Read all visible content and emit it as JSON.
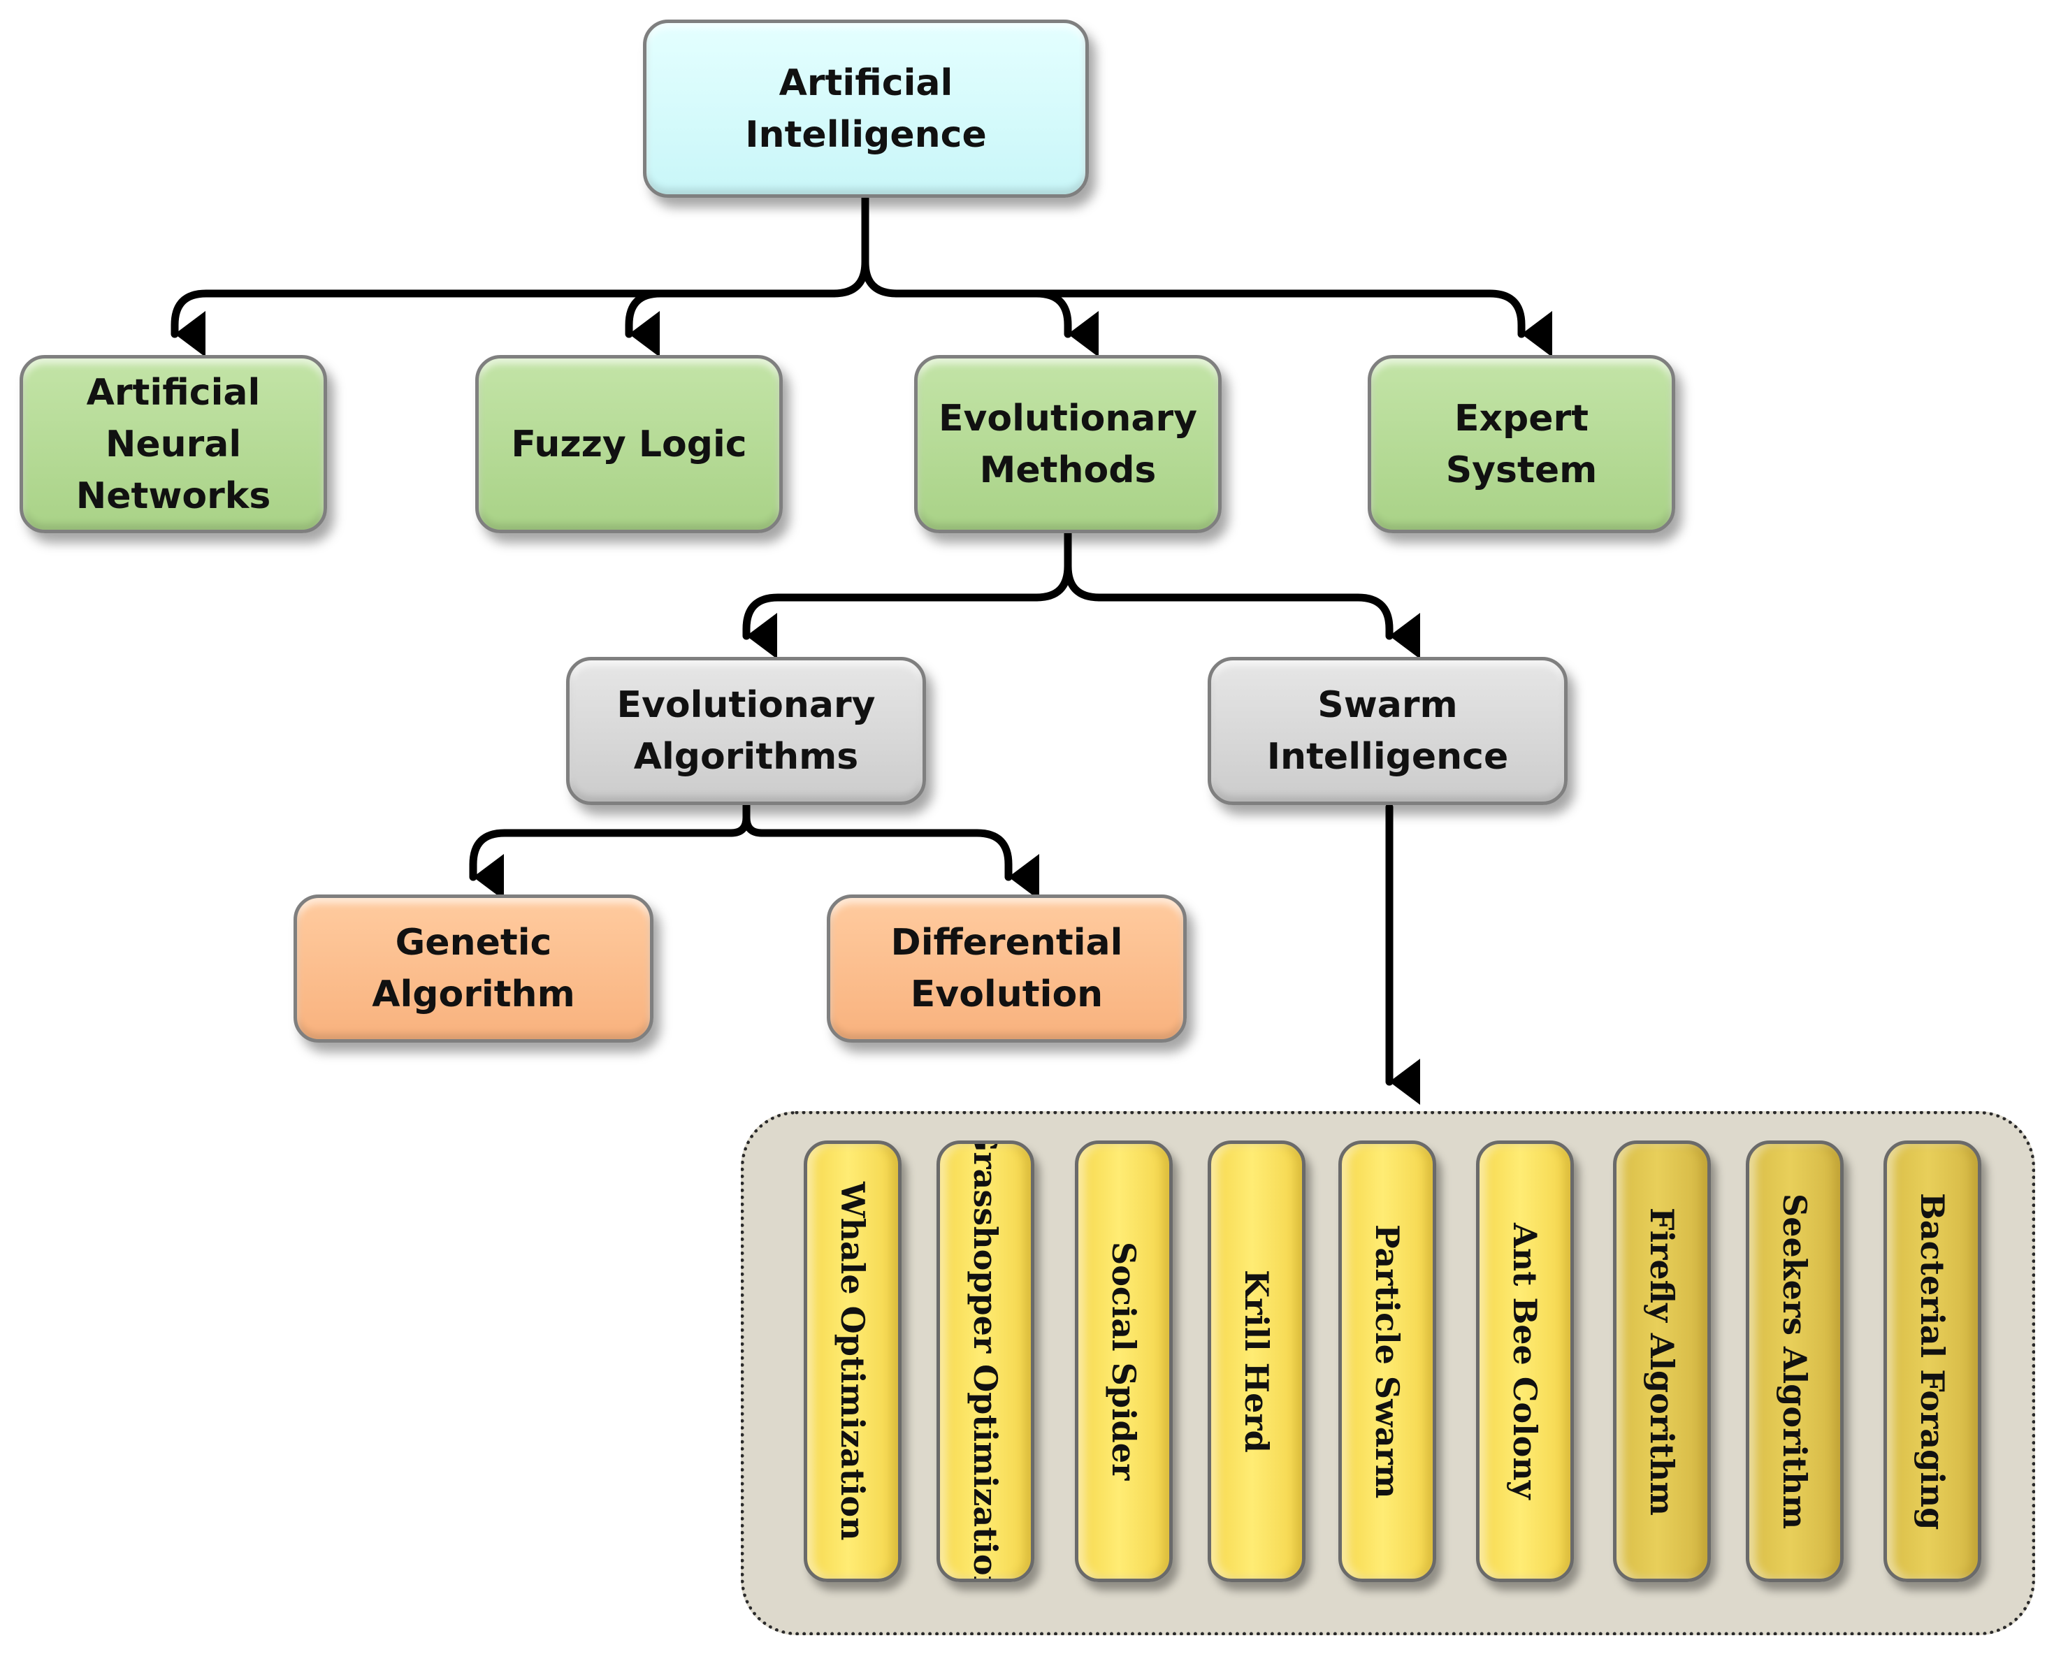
{
  "colors": {
    "root": "#d6ffff",
    "level1": "#b5dc96",
    "level2": "#d6d6d6",
    "level3": "#fdbf8e",
    "swarm_group_bg": "#ddd9cc",
    "pill_light": "#ffe66b",
    "pill_dark": "#e2c851",
    "arrow": "#000000"
  },
  "root": {
    "label": "Artificial Intelligence"
  },
  "level1": [
    {
      "label": "Artificial Neural\nNetworks"
    },
    {
      "label": "Fuzzy Logic"
    },
    {
      "label": "Evolutionary\nMethods"
    },
    {
      "label": "Expert System"
    }
  ],
  "level2": [
    {
      "label": "Evolutionary\nAlgorithms"
    },
    {
      "label": "Swarm\nIntelligence"
    }
  ],
  "level3": [
    {
      "label": "Genetic Algorithm"
    },
    {
      "label": "Differential\nEvolution"
    }
  ],
  "swarm_algorithms": [
    {
      "label": "Whale Optimization",
      "shade": "light"
    },
    {
      "label": "Grasshopper Optimization",
      "shade": "light"
    },
    {
      "label": "Social Spider",
      "shade": "light"
    },
    {
      "label": "Krill Herd",
      "shade": "light"
    },
    {
      "label": "Particle Swarm",
      "shade": "light"
    },
    {
      "label": "Ant Bee Colony",
      "shade": "light"
    },
    {
      "label": "Firefly Algorithm",
      "shade": "dark"
    },
    {
      "label": "Seekers Algorithm",
      "shade": "dark"
    },
    {
      "label": "Bacterial Foraging",
      "shade": "dark"
    }
  ]
}
